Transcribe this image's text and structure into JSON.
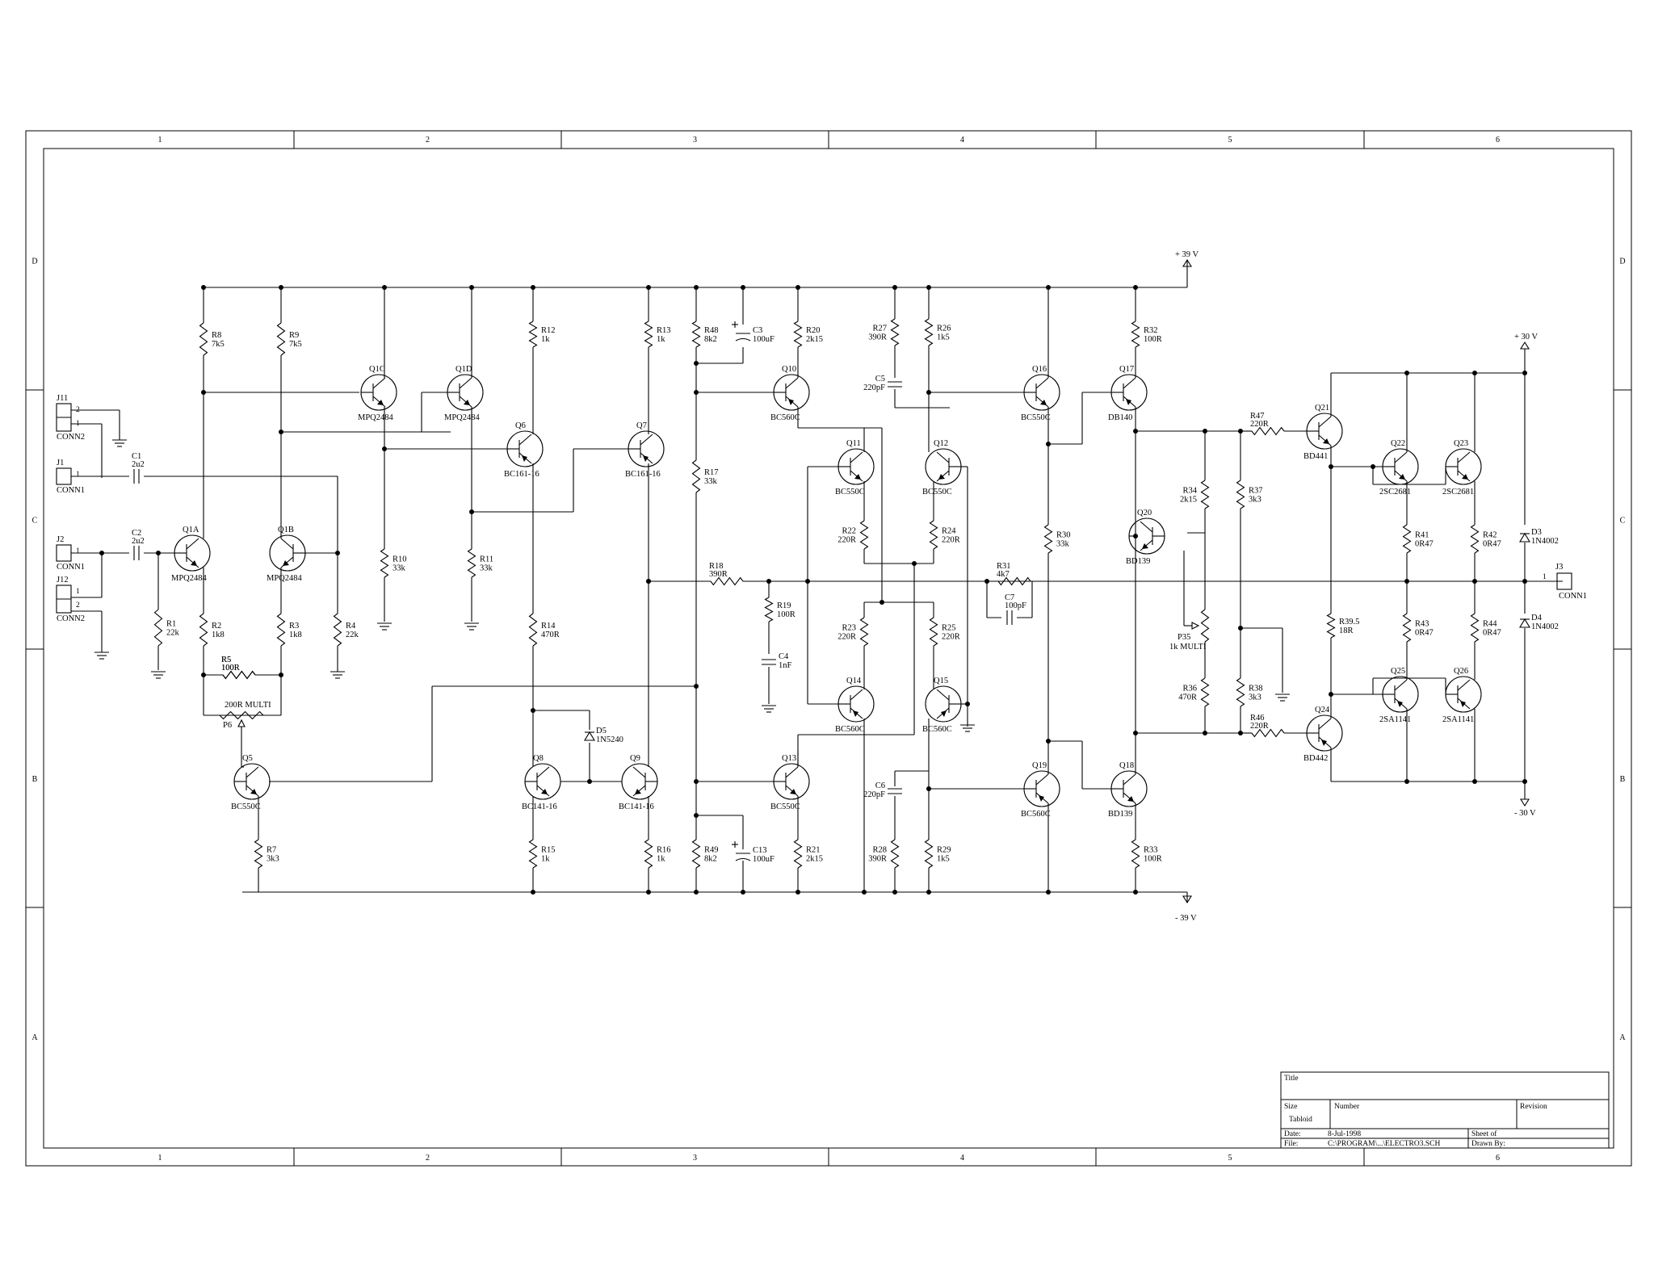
{
  "supplies": {
    "pos39": "+ 39 V",
    "neg39": "- 39 V",
    "pos30": "+ 30 V",
    "neg30": "- 30 V"
  },
  "zones": {
    "cols": [
      "1",
      "2",
      "3",
      "4",
      "5",
      "6"
    ],
    "rows": [
      "D",
      "C",
      "B",
      "A"
    ]
  },
  "connectors": [
    {
      "ref": "J11",
      "type": "CONN2",
      "pins": [
        "2",
        "1"
      ]
    },
    {
      "ref": "J1",
      "type": "CONN1",
      "pins": [
        "1"
      ]
    },
    {
      "ref": "J2",
      "type": "CONN1",
      "pins": [
        "1"
      ]
    },
    {
      "ref": "J12",
      "type": "CONN2",
      "pins": [
        "1",
        "2"
      ]
    },
    {
      "ref": "J3",
      "type": "CONN1",
      "pins": [
        "1"
      ]
    }
  ],
  "resistors": [
    {
      "ref": "R1",
      "value": "22k"
    },
    {
      "ref": "R2",
      "value": "1k8"
    },
    {
      "ref": "R3",
      "value": "1k8"
    },
    {
      "ref": "R4",
      "value": "22k"
    },
    {
      "ref": "R5",
      "value": "100R"
    },
    {
      "ref": "R7",
      "value": "3k3"
    },
    {
      "ref": "R8",
      "value": "7k5"
    },
    {
      "ref": "R9",
      "value": "7k5"
    },
    {
      "ref": "R10",
      "value": "33k"
    },
    {
      "ref": "R11",
      "value": "33k"
    },
    {
      "ref": "R12",
      "value": "1k"
    },
    {
      "ref": "R13",
      "value": "1k"
    },
    {
      "ref": "R14",
      "value": "470R"
    },
    {
      "ref": "R15",
      "value": "1k"
    },
    {
      "ref": "R16",
      "value": "1k"
    },
    {
      "ref": "R17",
      "value": "33k"
    },
    {
      "ref": "R18",
      "value": "390R"
    },
    {
      "ref": "R19",
      "value": "100R"
    },
    {
      "ref": "R20",
      "value": "2k15"
    },
    {
      "ref": "R21",
      "value": "2k15"
    },
    {
      "ref": "R22",
      "value": "220R"
    },
    {
      "ref": "R23",
      "value": "220R"
    },
    {
      "ref": "R24",
      "value": "220R"
    },
    {
      "ref": "R25",
      "value": "220R"
    },
    {
      "ref": "R26",
      "value": "1k5"
    },
    {
      "ref": "R27",
      "value": "390R"
    },
    {
      "ref": "R28",
      "value": "390R"
    },
    {
      "ref": "R29",
      "value": "1k5"
    },
    {
      "ref": "R30",
      "value": "33k"
    },
    {
      "ref": "R31",
      "value": "4k7"
    },
    {
      "ref": "R32",
      "value": "100R"
    },
    {
      "ref": "R33",
      "value": "100R"
    },
    {
      "ref": "R34",
      "value": "2k15"
    },
    {
      "ref": "R36",
      "value": "470R"
    },
    {
      "ref": "R37",
      "value": "3k3"
    },
    {
      "ref": "R38",
      "value": "3k3"
    },
    {
      "ref": "R39.5",
      "value": "18R"
    },
    {
      "ref": "R41",
      "value": "0R47"
    },
    {
      "ref": "R42",
      "value": "0R47"
    },
    {
      "ref": "R43",
      "value": "0R47"
    },
    {
      "ref": "R44",
      "value": "0R47"
    },
    {
      "ref": "R46",
      "value": "220R"
    },
    {
      "ref": "R47",
      "value": "220R"
    },
    {
      "ref": "R48",
      "value": "8k2"
    },
    {
      "ref": "R49",
      "value": "8k2"
    }
  ],
  "pots": [
    {
      "ref": "P6",
      "value": "200R MULTI"
    },
    {
      "ref": "P35",
      "value": "1k MULTI"
    }
  ],
  "capacitors": [
    {
      "ref": "C1",
      "value": "2u2"
    },
    {
      "ref": "C2",
      "value": "2u2"
    },
    {
      "ref": "C3",
      "value": "100uF"
    },
    {
      "ref": "C4",
      "value": "1nF"
    },
    {
      "ref": "C5",
      "value": "220pF"
    },
    {
      "ref": "C6",
      "value": "220pF"
    },
    {
      "ref": "C7",
      "value": "100pF"
    },
    {
      "ref": "C13",
      "value": "100uF"
    }
  ],
  "diodes": [
    {
      "ref": "D3",
      "value": "1N4002"
    },
    {
      "ref": "D4",
      "value": "1N4002"
    },
    {
      "ref": "D5",
      "value": "1N5240"
    }
  ],
  "transistors": [
    {
      "ref": "Q1A",
      "value": "MPQ2484"
    },
    {
      "ref": "Q1B",
      "value": "MPQ2484"
    },
    {
      "ref": "Q1C",
      "value": "MPQ2484"
    },
    {
      "ref": "Q1D",
      "value": "MPQ2484"
    },
    {
      "ref": "Q5",
      "value": "BC550C"
    },
    {
      "ref": "Q6",
      "value": "BC161-16"
    },
    {
      "ref": "Q7",
      "value": "BC161-16"
    },
    {
      "ref": "Q8",
      "value": "BC141-16"
    },
    {
      "ref": "Q9",
      "value": "BC141-16"
    },
    {
      "ref": "Q10",
      "value": "BC560C"
    },
    {
      "ref": "Q11",
      "value": "BC550C"
    },
    {
      "ref": "Q12",
      "value": "BC550C"
    },
    {
      "ref": "Q13",
      "value": "BC550C"
    },
    {
      "ref": "Q14",
      "value": "BC560C"
    },
    {
      "ref": "Q15",
      "value": "BC560C"
    },
    {
      "ref": "Q16",
      "value": "BC550C"
    },
    {
      "ref": "Q17",
      "value": "DB140"
    },
    {
      "ref": "Q18",
      "value": "BD139"
    },
    {
      "ref": "Q19",
      "value": "BC560C"
    },
    {
      "ref": "Q20",
      "value": "BD139"
    },
    {
      "ref": "Q21",
      "value": "BD441"
    },
    {
      "ref": "Q22",
      "value": "2SC2681"
    },
    {
      "ref": "Q23",
      "value": "2SC2681"
    },
    {
      "ref": "Q24",
      "value": "BD442"
    },
    {
      "ref": "Q25",
      "value": "2SA1141"
    },
    {
      "ref": "Q26",
      "value": "2SA1141"
    }
  ],
  "title_block": {
    "title_label": "Title",
    "size_label": "Size",
    "size_value": "Tabloid",
    "number_label": "Number",
    "revision_label": "Revision",
    "date_label": "Date:",
    "date_value": "8-Jul-1998",
    "sheet_label": "Sheet   of",
    "file_label": "File:",
    "file_value": "C:\\PROGRAM\\...\\ELECTRO3.SCH",
    "drawn_label": "Drawn By:"
  }
}
